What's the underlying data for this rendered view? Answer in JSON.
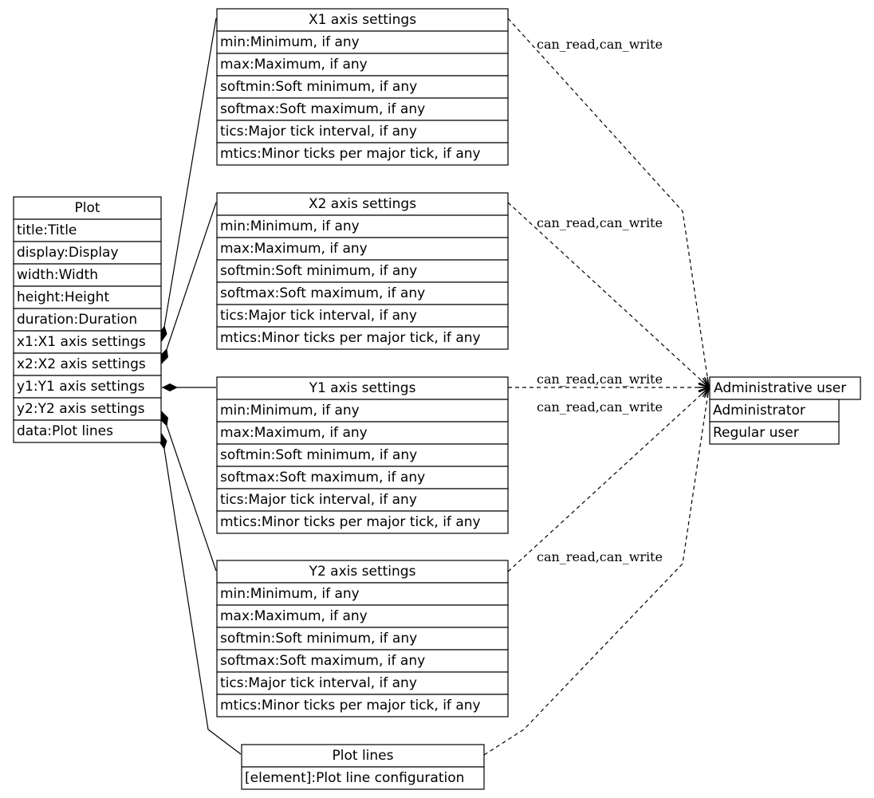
{
  "tables": {
    "plot": {
      "header": "Plot",
      "rows": [
        "title:Title",
        "display:Display",
        "width:Width",
        "height:Height",
        "duration:Duration",
        "x1:X1 axis settings",
        "x2:X2 axis settings",
        "y1:Y1 axis settings",
        "y2:Y2 axis settings",
        "data:Plot lines"
      ]
    },
    "x1": {
      "header": "X1 axis settings",
      "rows": [
        "min:Minimum, if any",
        "max:Maximum, if any",
        "softmin:Soft minimum, if any",
        "softmax:Soft maximum, if any",
        "tics:Major tick interval, if any",
        "mtics:Minor ticks per major tick, if any"
      ]
    },
    "x2": {
      "header": "X2 axis settings",
      "rows": [
        "min:Minimum, if any",
        "max:Maximum, if any",
        "softmin:Soft minimum, if any",
        "softmax:Soft maximum, if any",
        "tics:Major tick interval, if any",
        "mtics:Minor ticks per major tick, if any"
      ]
    },
    "y1": {
      "header": "Y1 axis settings",
      "rows": [
        "min:Minimum, if any",
        "max:Maximum, if any",
        "softmin:Soft minimum, if any",
        "softmax:Soft maximum, if any",
        "tics:Major tick interval, if any",
        "mtics:Minor ticks per major tick, if any"
      ]
    },
    "y2": {
      "header": "Y2 axis settings",
      "rows": [
        "min:Minimum, if any",
        "max:Maximum, if any",
        "softmin:Soft minimum, if any",
        "softmax:Soft maximum, if any",
        "tics:Major tick interval, if any",
        "mtics:Minor ticks per major tick, if any"
      ]
    },
    "plotlines": {
      "header": "Plot lines",
      "rows": [
        "[element]:Plot line configuration"
      ]
    },
    "admin": {
      "header": "Administrative user",
      "rows": [
        "Administrator",
        "Regular user"
      ]
    }
  },
  "edge_labels": {
    "x1_admin": "can_read,can_write",
    "x2_admin": "can_read,can_write",
    "y1_admin": "can_read,can_write",
    "y2_admin": "can_read,can_write",
    "plotlines_admin": "can_read,can_write"
  }
}
